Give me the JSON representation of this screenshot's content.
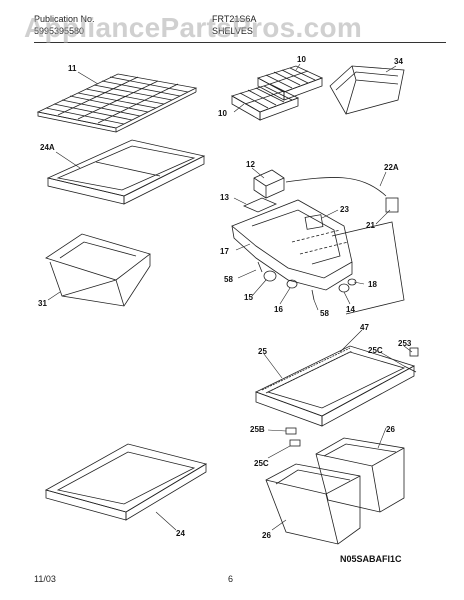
{
  "header": {
    "publication_label": "Publication No.",
    "publication_number": "5995395580",
    "model": "FRT21S6A",
    "section": "SHELVES"
  },
  "watermark": "AppliancePartsPros.com",
  "callouts": {
    "c11": "11",
    "c10a": "10",
    "c10b": "10",
    "c34": "34",
    "c24a": "24A",
    "c31": "31",
    "c12": "12",
    "c22a": "22A",
    "c13": "13",
    "c23": "23",
    "c21": "21",
    "c17": "17",
    "c58a": "58",
    "c18": "18",
    "c15": "15",
    "c16": "16",
    "c58b": "58",
    "c14": "14",
    "c47": "47",
    "c25": "25",
    "c25c_a": "25C",
    "c253": "253",
    "c25b": "25B",
    "c25c_b": "25C",
    "c26a": "26",
    "c24": "24",
    "c26b": "26"
  },
  "footer": {
    "date": "11/03",
    "page": "6",
    "diagram_code": "N05SABAFI1C"
  }
}
